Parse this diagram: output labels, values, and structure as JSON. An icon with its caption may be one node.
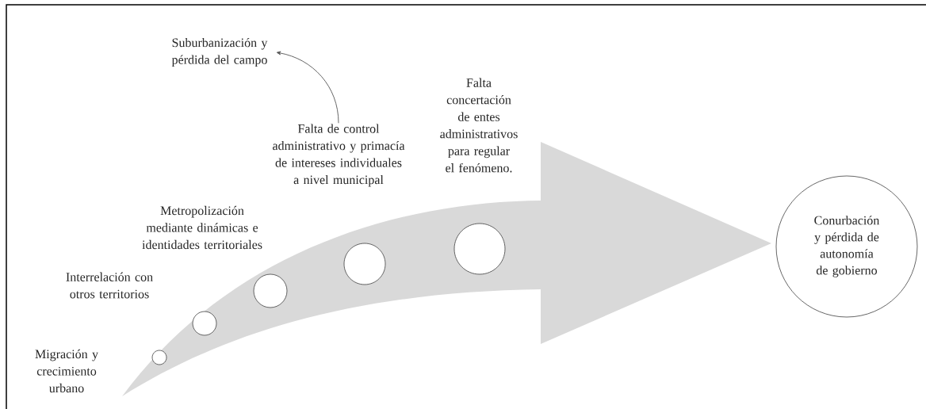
{
  "diagram": {
    "nodes": [
      {
        "text": [
          "Suburbanización y pérdida del campo"
        ]
      },
      {
        "text": [
          "Falta de control administrativo y primacía de intereses individuales a nivel municipal"
        ]
      },
      {
        "text": [
          "Falta concertación de entes administrativos para regular el fenómeno."
        ]
      },
      {
        "text": [
          "Metropolización mediante dinámicas e identidades territoriales"
        ]
      },
      {
        "text": [
          "Interrelación con otros territorios"
        ]
      },
      {
        "text": [
          "Migración y crecimiento urbano"
        ]
      },
      {
        "text": [],
        "shape": "circle"
      },
      {
        "text": [],
        "shape": "circle"
      },
      {
        "text": [],
        "shape": "circle"
      },
      {
        "text": [],
        "shape": "circle"
      },
      {
        "text": [],
        "shape": "circle"
      },
      {
        "text": [
          "Conurbación y pérdida de autonomía de gobierno"
        ]
      }
    ],
    "edges": [
      {
        "from": 1,
        "to": 0,
        "arrow": "to"
      },
      {
        "from": null,
        "to": 11,
        "arrow": "to",
        "style": "thick",
        "color": "#d9d9d9"
      }
    ]
  }
}
